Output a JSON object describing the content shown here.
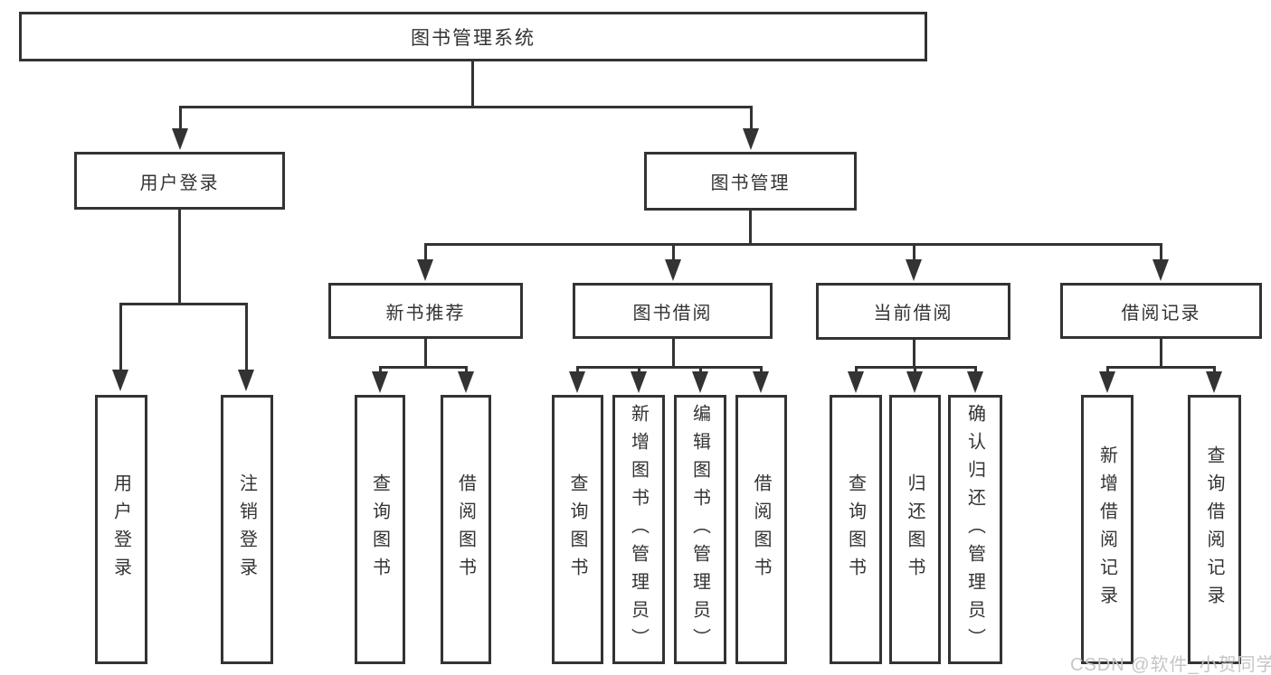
{
  "tree": {
    "root": "图书管理系统",
    "children": [
      {
        "label": "用户登录",
        "children": [
          "用户登录",
          "注销登录"
        ]
      },
      {
        "label": "图书管理",
        "children": [
          {
            "label": "新书推荐",
            "children": [
              "查询图书",
              "借阅图书"
            ]
          },
          {
            "label": "图书借阅",
            "children": [
              "查询图书",
              "新增图书（管理员）",
              "编辑图书（管理员）",
              "借阅图书"
            ]
          },
          {
            "label": "当前借阅",
            "children": [
              "查询图书",
              "归还图书",
              "确认归还（管理员）"
            ]
          },
          {
            "label": "借阅记录",
            "children": [
              "新增借阅记录",
              "查询借阅记录"
            ]
          }
        ]
      }
    ]
  },
  "watermark": "CSDN @软件_小贺同学",
  "colors": {
    "line": "#333333",
    "box_border": "#333333",
    "text": "#333333",
    "background": "#ffffff",
    "watermark": "#c6c6c6"
  }
}
